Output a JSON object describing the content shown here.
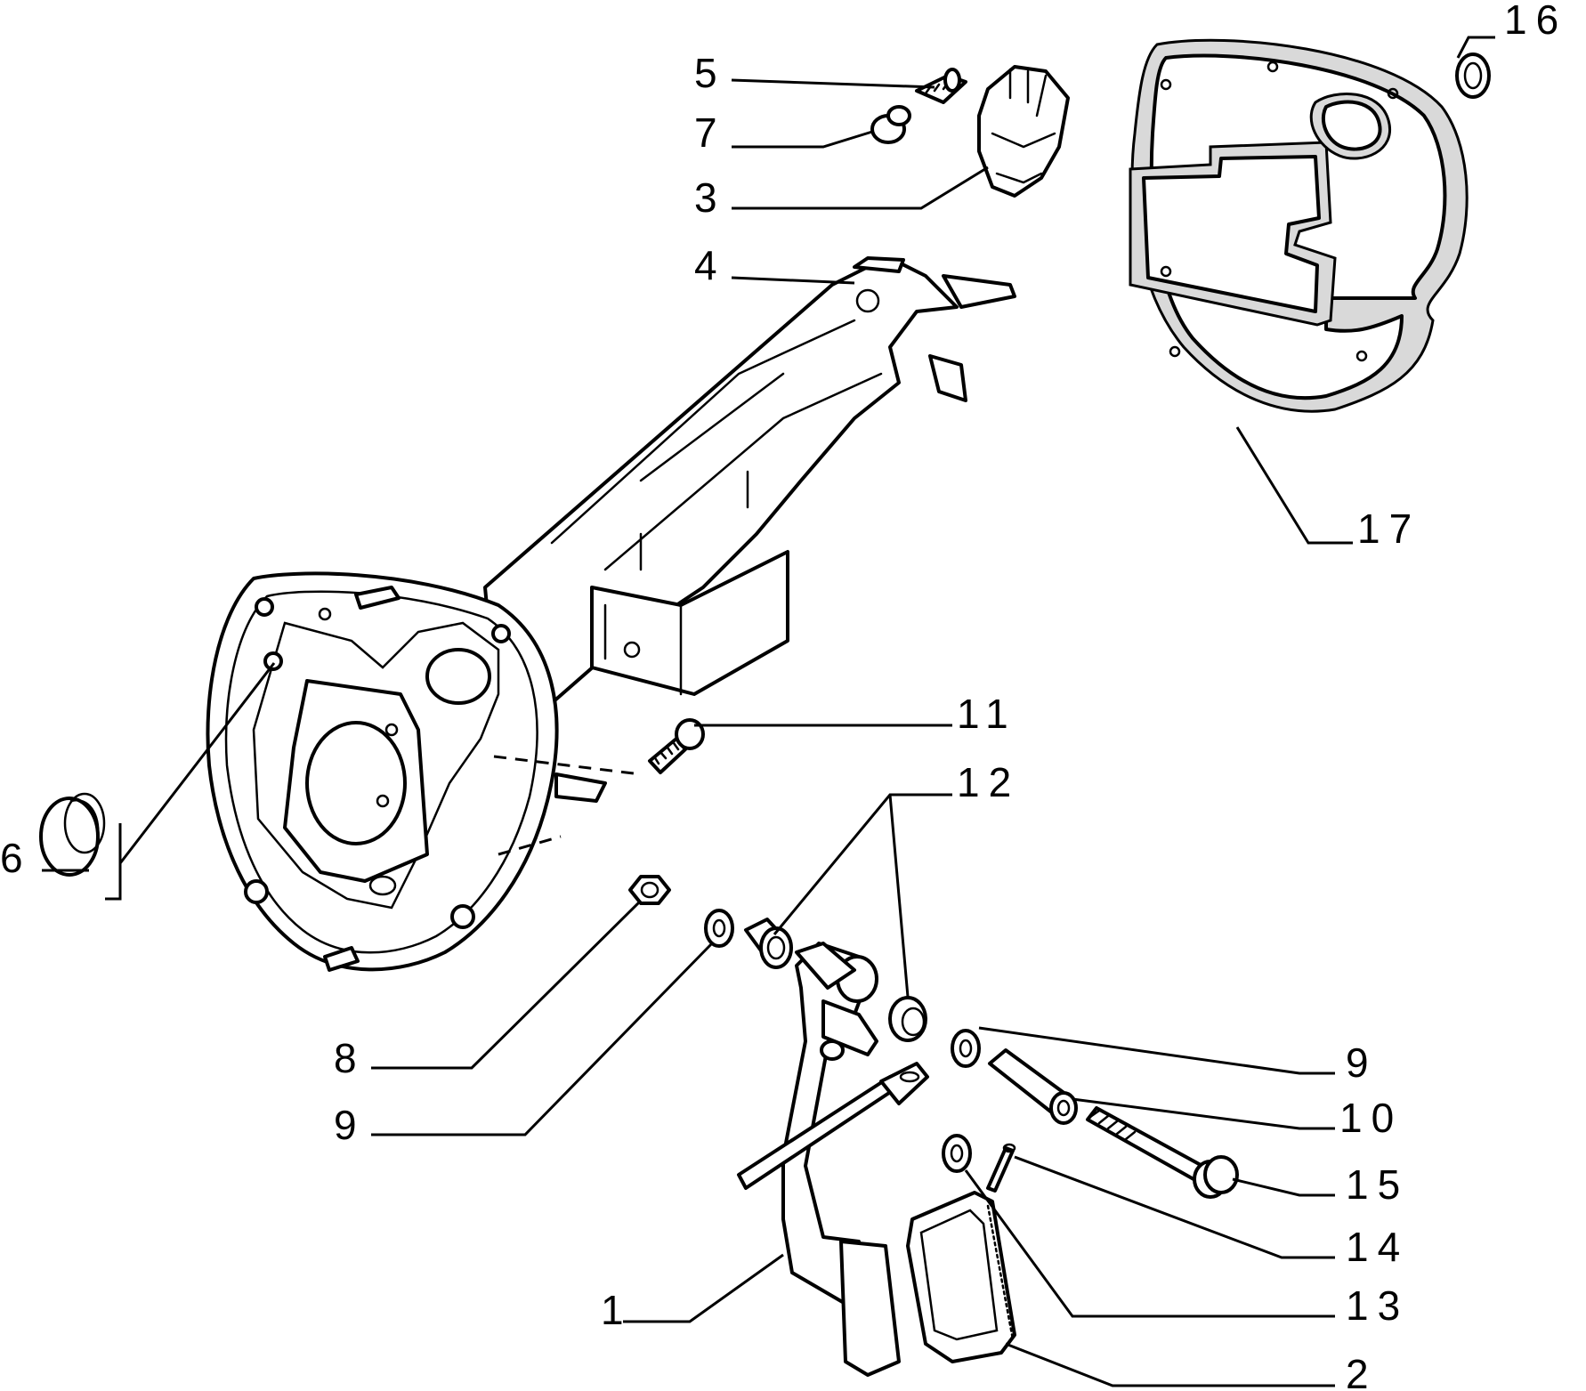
{
  "callouts": {
    "c1": "1",
    "c2": "2",
    "c3": "3",
    "c4": "4",
    "c5": "5",
    "c6": "6",
    "c7": "7",
    "c8": "8",
    "c9a": "9",
    "c9b": "9",
    "c10": "10",
    "c11": "11",
    "c12": "12",
    "c13": "13",
    "c14": "14",
    "c15": "15",
    "c16": "16",
    "c17": "17"
  }
}
